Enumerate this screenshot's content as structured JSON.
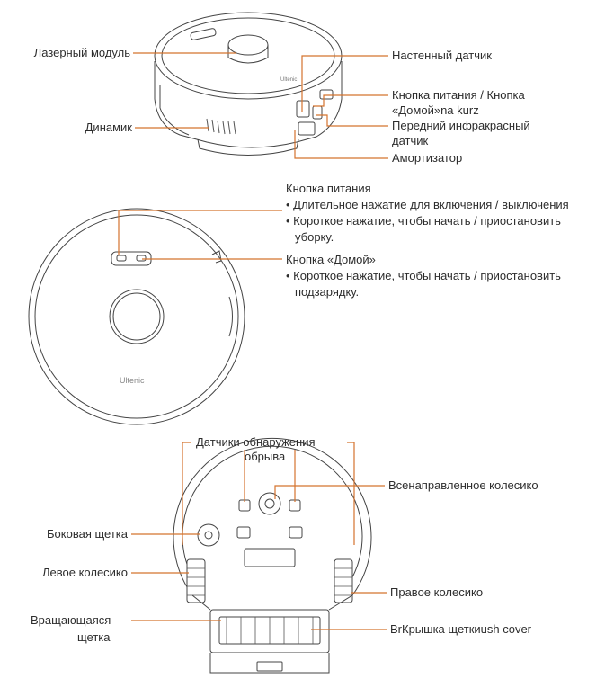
{
  "top_view": {
    "labels": {
      "laser": "Лазерный модуль",
      "speaker": "Динамик",
      "wall_sensor": "Настенный датчик",
      "power_home_line1": "Кнопка питания / Кнопка",
      "power_home_line2": "«Домой»na kurz",
      "ir_line1": "Передний инфракрасный",
      "ir_line2": "датчик",
      "bumper": "Амортизатор"
    }
  },
  "buttons_view": {
    "brand": "Ultenic",
    "power_title": "Кнопка питания",
    "power_b1": "• Длительное нажатие для включения / выключения",
    "power_b2": "• Короткое нажатие, чтобы начать / приостановить уборку.",
    "home_title": "Кнопка «Домой»",
    "home_b1": "• Короткое нажатие, чтобы начать / приостановить подзарядку."
  },
  "bottom_view": {
    "labels": {
      "cliff_line1": "Датчики обнаружения",
      "cliff_line2": "обрыва",
      "caster": "Всенаправленное колесико",
      "side_brush": "Боковая щетка",
      "left_wheel": "Левое колесико",
      "right_wheel": "Правое колесико",
      "roller_line1": "Вращающаяся",
      "roller_line2": "щетка",
      "brush_cover": "BrКрышка щеткиush cover"
    }
  },
  "colors": {
    "callout": "#d4732e",
    "outline": "#444444",
    "text": "#2d2d2d"
  }
}
